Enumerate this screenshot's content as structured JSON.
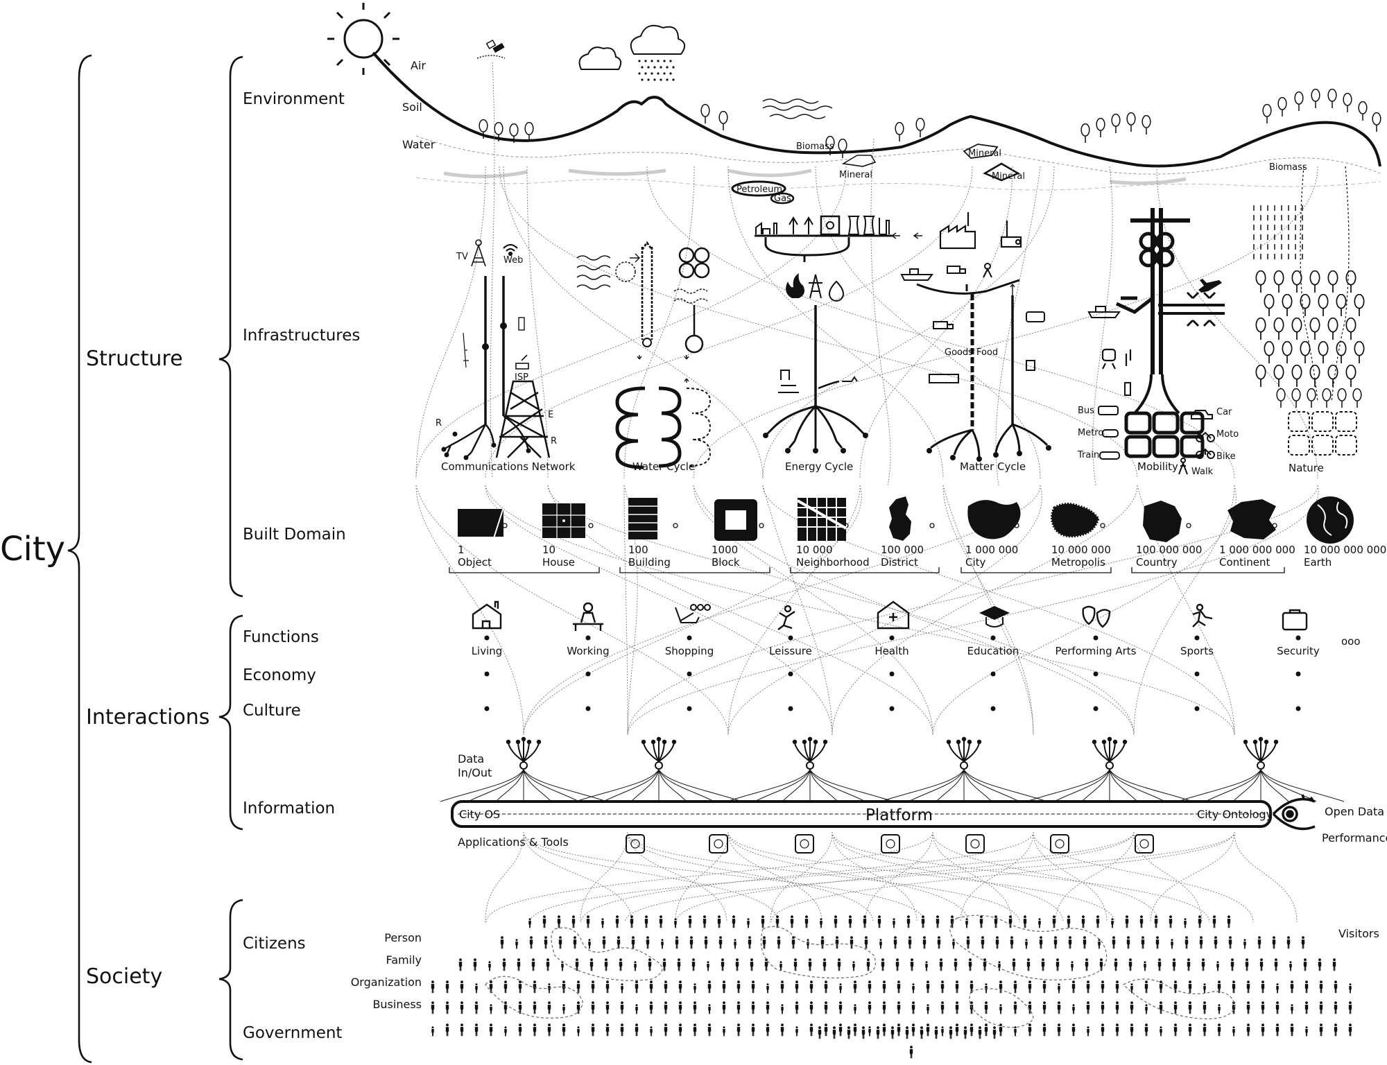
{
  "city": "City",
  "level1": {
    "structure": "Structure",
    "interactions": "Interactions",
    "society": "Society"
  },
  "level2": {
    "environment": "Environment",
    "infrastructures": "Infrastructures",
    "built_domain": "Built Domain",
    "functions": "Functions",
    "economy": "Economy",
    "culture": "Culture",
    "information": "Information",
    "citizens": "Citizens",
    "government": "Government"
  },
  "environment_labels": {
    "air": "Air",
    "soil": "Soil",
    "water": "Water"
  },
  "resources": {
    "biomass": "Biomass",
    "mineral": "Mineral",
    "petroleum": "Petroleum",
    "gas": "Gas"
  },
  "infrastructures": [
    {
      "name": "Communications Network"
    },
    {
      "name": "Water Cycle"
    },
    {
      "name": "Energy Cycle"
    },
    {
      "name": "Matter Cycle"
    },
    {
      "name": "Mobility"
    },
    {
      "name": "Nature"
    }
  ],
  "comm_labels": {
    "tv": "TV",
    "web": "Web",
    "isp": "ISP",
    "r": "R",
    "e": "E"
  },
  "matter_labels": {
    "goods": "Goods",
    "food": "Food"
  },
  "mobility_labels": {
    "bus": "Bus",
    "metro": "Metro",
    "train": "Train",
    "car": "Car",
    "moto": "Moto",
    "walk": "Walk",
    "bike": "Bike"
  },
  "scales": [
    {
      "value": "1",
      "label": "Object"
    },
    {
      "value": "10",
      "label": "House"
    },
    {
      "value": "100",
      "label": "Building"
    },
    {
      "value": "1000",
      "label": "Block"
    },
    {
      "value": "10 000",
      "label": "Neighborhood"
    },
    {
      "value": "100 000",
      "label": "District"
    },
    {
      "value": "1 000 000",
      "label": "City"
    },
    {
      "value": "10 000 000",
      "label": "Metropolis"
    },
    {
      "value": "100 000 000",
      "label": "Country"
    },
    {
      "value": "1 000 000 000",
      "label": "Continent"
    },
    {
      "value": "10 000 000 000",
      "label": "Earth"
    }
  ],
  "functions": [
    "Living",
    "Working",
    "Shopping",
    "Leissure",
    "Health",
    "Education",
    "Performing Arts",
    "Sports",
    "Security"
  ],
  "functions_more": "ooo",
  "data_io": {
    "line1": "Data",
    "line2": "In/Out"
  },
  "platform": {
    "left": "City OS",
    "center": "Platform",
    "right": "City Ontology"
  },
  "open_data": "Open Data",
  "performance": "Performance",
  "apps": "Applications & Tools",
  "society_rows": [
    "Person",
    "Family",
    "Organization",
    "Business"
  ],
  "visitors": "Visitors",
  "icons": [
    "sun-icon",
    "satellite-icon",
    "cloud-icon",
    "rain-cloud-icon",
    "tree-icon",
    "wind-icon",
    "factory-icon",
    "antenna-icon",
    "wifi-icon",
    "flame-icon",
    "pylon-icon",
    "truck-icon",
    "ship-icon",
    "airplane-icon",
    "train-icon",
    "bus-icon",
    "car-icon",
    "globe-icon",
    "house-icon",
    "graduation-cap-icon",
    "masks-icon",
    "runner-icon",
    "briefcase-icon",
    "eye-icon",
    "person-icon"
  ]
}
